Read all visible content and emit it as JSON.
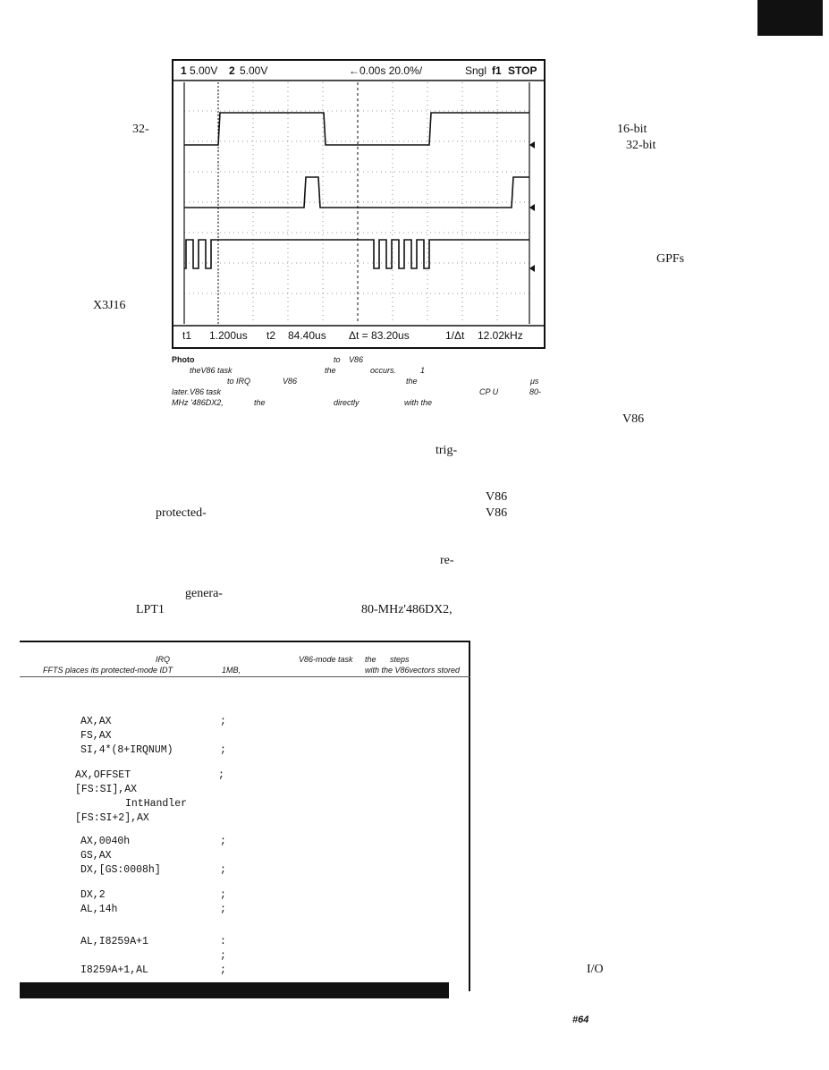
{
  "scope": {
    "ch1_scale": "5.00V",
    "ch2_scale": "5.00V",
    "ch1_num": "1",
    "ch2_num": "2",
    "timebase": "0.00s 20.0%/",
    "mode": "Sngl",
    "trigger": "f1",
    "run_state": "STOP",
    "t1_label": "t1",
    "t1_value": "1.200us",
    "t2_label": "t2",
    "t2_value": "84.40us",
    "delta_t": "Δt = 83.20us",
    "inv_delta_label": "1/Δt",
    "inv_delta_value": "12.02kHz"
  },
  "caption": {
    "label": "Photo",
    "f1": "to",
    "f2": "V86",
    "f3": "theV86 task",
    "f4": "the",
    "f5": "occurs.",
    "f6": "1",
    "f7": "to IRQ",
    "f8": "V86",
    "f9": "the",
    "f10": "μs",
    "f11": "later.",
    "f12": "V86 task",
    "f13": "CP U",
    "f14": "80-",
    "f15": "MHz",
    "f16": "'486DX2,",
    "f17": "the",
    "f18": "directly",
    "f19": "with the"
  },
  "body_fragments": {
    "left_32": "32-",
    "left_x3j16": "X3J16",
    "right_16bit": "16-bit",
    "right_32bit": "32-bit",
    "right_gpfs": "GPFs",
    "right_v86_a": "V86",
    "mid_trig": "trig-",
    "right_v86_b": "V86",
    "right_v86_c": "V86",
    "mid_protected": "protected-",
    "mid_re": "re-",
    "mid_genera": "genera-",
    "mid_lpt1": "LPT1",
    "mid_80mhz": "80-MHz'486DX2,",
    "right_io": "I/O",
    "page_no": "#64"
  },
  "listing": {
    "h1": "IRQ",
    "h2": "V86-mode task",
    "h3": "the",
    "h4": "steps",
    "h5": "FFTS places its protected-mode IDT",
    "h6": "1MB,",
    "h7": "with the V86vectors stored",
    "lines": [
      "AX,AX",
      "FS,AX",
      "SI,4*(8+IRQNUM)",
      "AX,OFFSET",
      "[FS:SI],AX",
      "IntHandler",
      "[FS:SI+2],AX",
      "AX,0040h",
      "GS,AX",
      "DX,[GS:0008h]",
      "DX,2",
      "AL,14h",
      "AL,I8259A+1",
      "I8259A+1,AL"
    ],
    "semicolons": [
      ";",
      ";",
      ";",
      ";",
      ";",
      ";",
      ";",
      ":",
      ";",
      ";"
    ]
  }
}
